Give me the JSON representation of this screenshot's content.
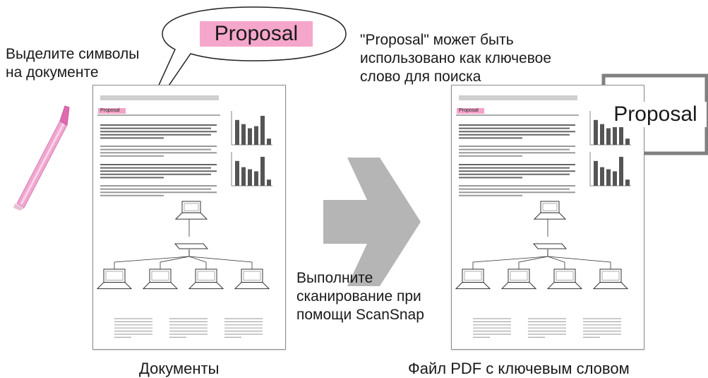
{
  "left_caption": "Выделите символы\nна документе",
  "bubble_keyword": "Proposal",
  "right_caption": "\"Proposal\" может быть\nиспользовано как ключевое\nслово для поиска",
  "scan_caption": "Выполните\nсканирование при\nпомощи ScanSnap",
  "left_label": "Документы",
  "right_label": "Файл PDF с ключевым словом",
  "box_keyword": "Proposal",
  "doc_left": {
    "highlight_label": "Proposal"
  },
  "doc_right": {
    "highlight_label": "Proposal"
  },
  "colors": {
    "highlight": "#f5a6cb",
    "marker": "#e87ec0",
    "arrow": "#b5b5b5",
    "frame": "#808080"
  },
  "chart_bars": [
    [
      12,
      10,
      8,
      9,
      14,
      3
    ],
    [
      12,
      9,
      8,
      7,
      14,
      3
    ]
  ]
}
